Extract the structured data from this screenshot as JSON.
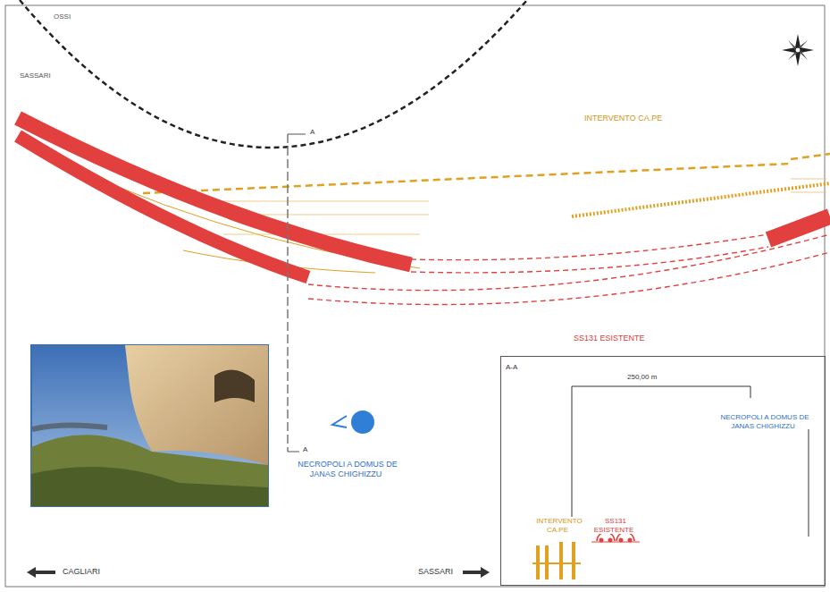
{
  "diagram": {
    "nodes": [
      {
        "text": [
          "A-A"
        ]
      }
    ],
    "labels": [
      "OSSI",
      "SASSARI",
      "INTERVENTO CA.PE",
      "A",
      "A",
      "SS131 ESISTENTE",
      "NECROPOLI A DOMUS DE JANAS CHIGHIZZU",
      "CAGLIARI",
      "SASSARI",
      "INTERVENTO CA.PE",
      "SS131 ESISTENTE",
      "NECROPOLI A DOMUS DE JANAS CHIGHIZZU",
      "250,00 m"
    ]
  }
}
